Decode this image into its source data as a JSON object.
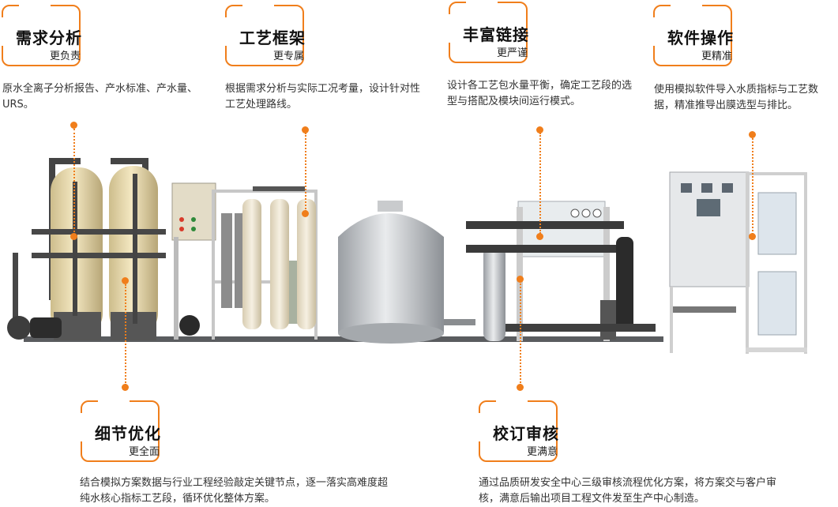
{
  "colors": {
    "accent": "#f07e1b",
    "text": "#333333"
  },
  "features": [
    {
      "title": "需求分析",
      "subtitle": "更负责",
      "desc": "原水全离子分析报告、产水标准、产水量、URS。"
    },
    {
      "title": "工艺框架",
      "subtitle": "更专属",
      "desc": "根据需求分析与实际工况考量，设计针对性工艺处理路线。"
    },
    {
      "title": "丰富链接",
      "subtitle": "更严谨",
      "desc": "设计各工艺包水量平衡，确定工艺段的选型与搭配及模块间运行模式。"
    },
    {
      "title": "软件操作",
      "subtitle": "更精准",
      "desc": "使用模拟软件导入水质指标与工艺数据，精准推导出膜选型与排比。"
    },
    {
      "title": "细节优化",
      "subtitle": "更全面",
      "desc": "结合模拟方案数据与行业工程经验敲定关键节点，逐一落实高难度超纯水核心指标工艺段，循环优化整体方案。"
    },
    {
      "title": "校订审核",
      "subtitle": "更满意",
      "desc": "通过品质研发安全中心三级审核流程优化方案，将方案交与客户审核，满意后输出项目工程文件发至生产中心制造。"
    }
  ]
}
